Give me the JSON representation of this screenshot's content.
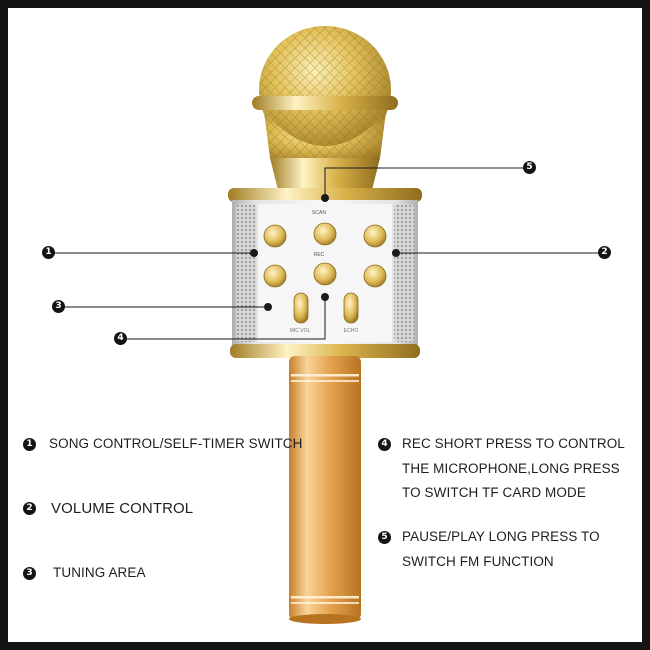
{
  "device_labels": {
    "scan": "SCAN",
    "rec": "REC",
    "mic_vol": "MIC VOL",
    "echo": "ECHO"
  },
  "callouts": [
    {
      "number": "1",
      "text": "SONG CONTROL/SELF-TIMER SWITCH"
    },
    {
      "number": "2",
      "text": "VOLUME CONTROL"
    },
    {
      "number": "3",
      "text": "TUNING AREA"
    },
    {
      "number": "4",
      "text": "REC SHORT PRESS TO CONTROL THE MICROPHONE,LONG PRESS TO SWITCH TF CARD MODE"
    },
    {
      "number": "5",
      "text": "PAUSE/PLAY LONG PRESS TO SWITCH FM FUNCTION"
    }
  ],
  "colors": {
    "gold_light": "#f4dd8a",
    "gold_mid": "#d9b24a",
    "gold_dark": "#9c7a22",
    "handle_light": "#f7c981",
    "handle_dark": "#c7882e",
    "panel": "#f3f3f3",
    "speaker_grille": "#c9c9c9"
  }
}
